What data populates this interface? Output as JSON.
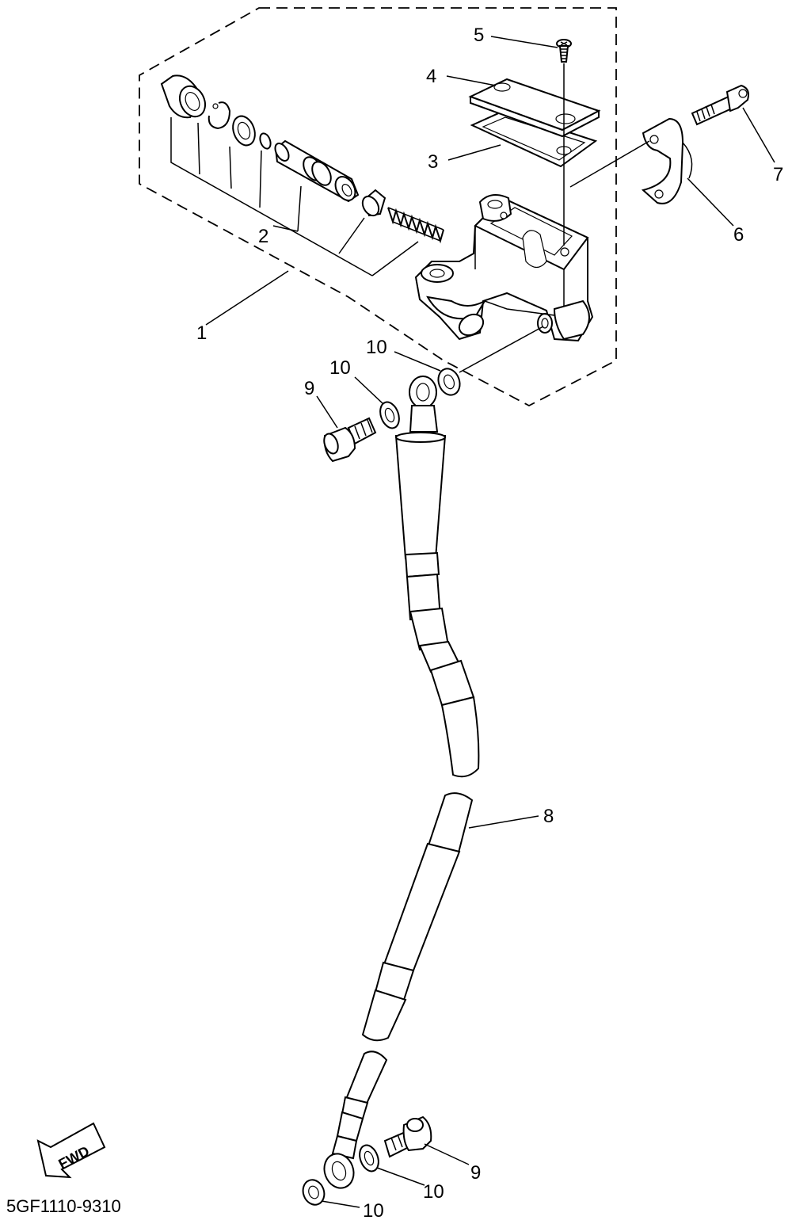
{
  "diagram": {
    "callouts": {
      "c1": "1",
      "c2": "2",
      "c3": "3",
      "c4": "4",
      "c5": "5",
      "c6": "6",
      "c7": "7",
      "c8": "8",
      "c9a": "9",
      "c9b": "9",
      "c10a": "10",
      "c10b": "10",
      "c10c": "10",
      "c10d": "10"
    },
    "fwd_label": "FWD",
    "diagram_code": "5GF1110-9310"
  }
}
